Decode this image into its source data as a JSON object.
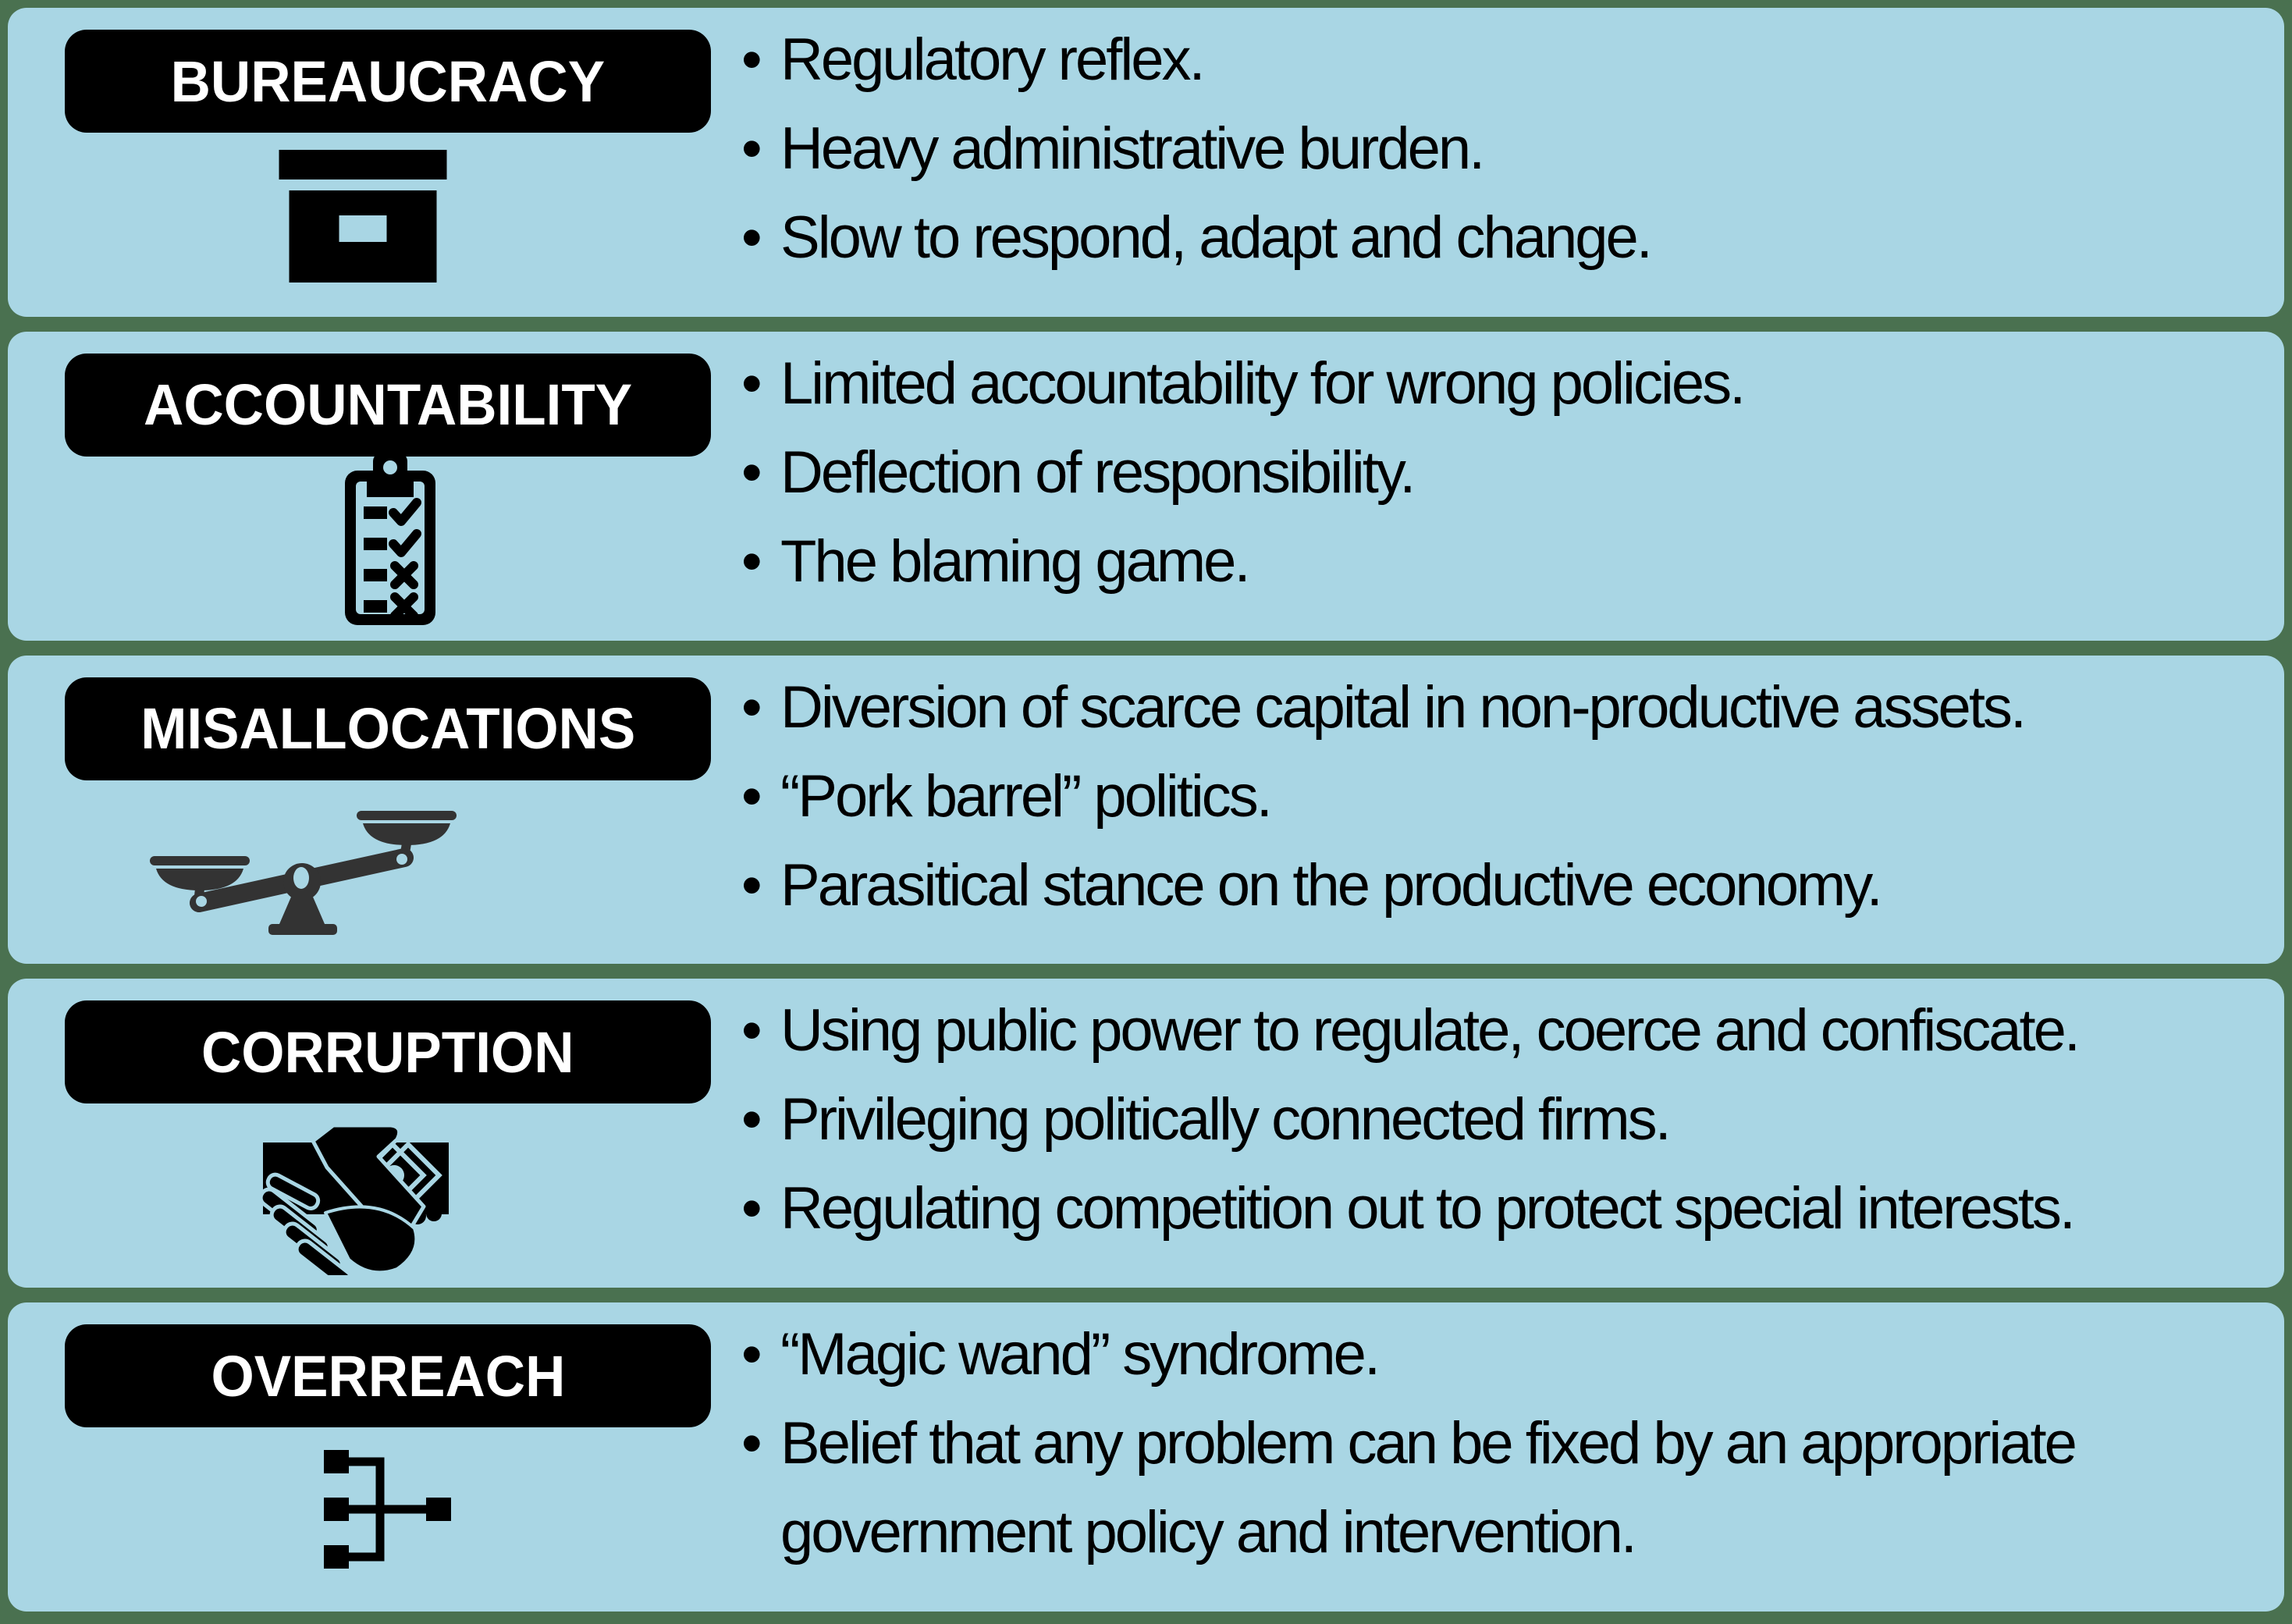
{
  "colors": {
    "background_green": "#4A7150",
    "panel_blue": "#A9D6E4",
    "label_bg": "#000000",
    "label_text": "#FFFFFF",
    "bullet_text": "#000000",
    "icon_black": "#000000",
    "icon_dark_gray": "#333333"
  },
  "panels": [
    {
      "label": "BUREAUCRACY",
      "icon": "archive-box-icon",
      "bullets": [
        "Regulatory reflex.",
        "Heavy administrative burden.",
        "Slow to respond, adapt and change."
      ]
    },
    {
      "label": "ACCOUNTABILITY",
      "icon": "clipboard-checklist-icon",
      "bullets": [
        "Limited accountability for wrong policies.",
        "Deflection of responsibility.",
        "The blaming game."
      ]
    },
    {
      "label": "MISALLOCATIONS",
      "icon": "unbalanced-scales-icon",
      "bullets": [
        "Diversion of scarce capital in non-productive assets.",
        "“Pork barrel” politics.",
        "Parasitical stance on the productive economy."
      ]
    },
    {
      "label": "CORRUPTION",
      "icon": "bribery-handshake-icon",
      "bullets": [
        "Using public power to regulate, coerce and confiscate.",
        "Privileging politically connected firms.",
        "Regulating competition out to protect special interests."
      ]
    },
    {
      "label": "OVERREACH",
      "icon": "hierarchy-icon",
      "bullets": [
        "“Magic wand” syndrome.",
        "Belief that any problem can be fixed by an appropriate government policy and intervention."
      ]
    }
  ]
}
